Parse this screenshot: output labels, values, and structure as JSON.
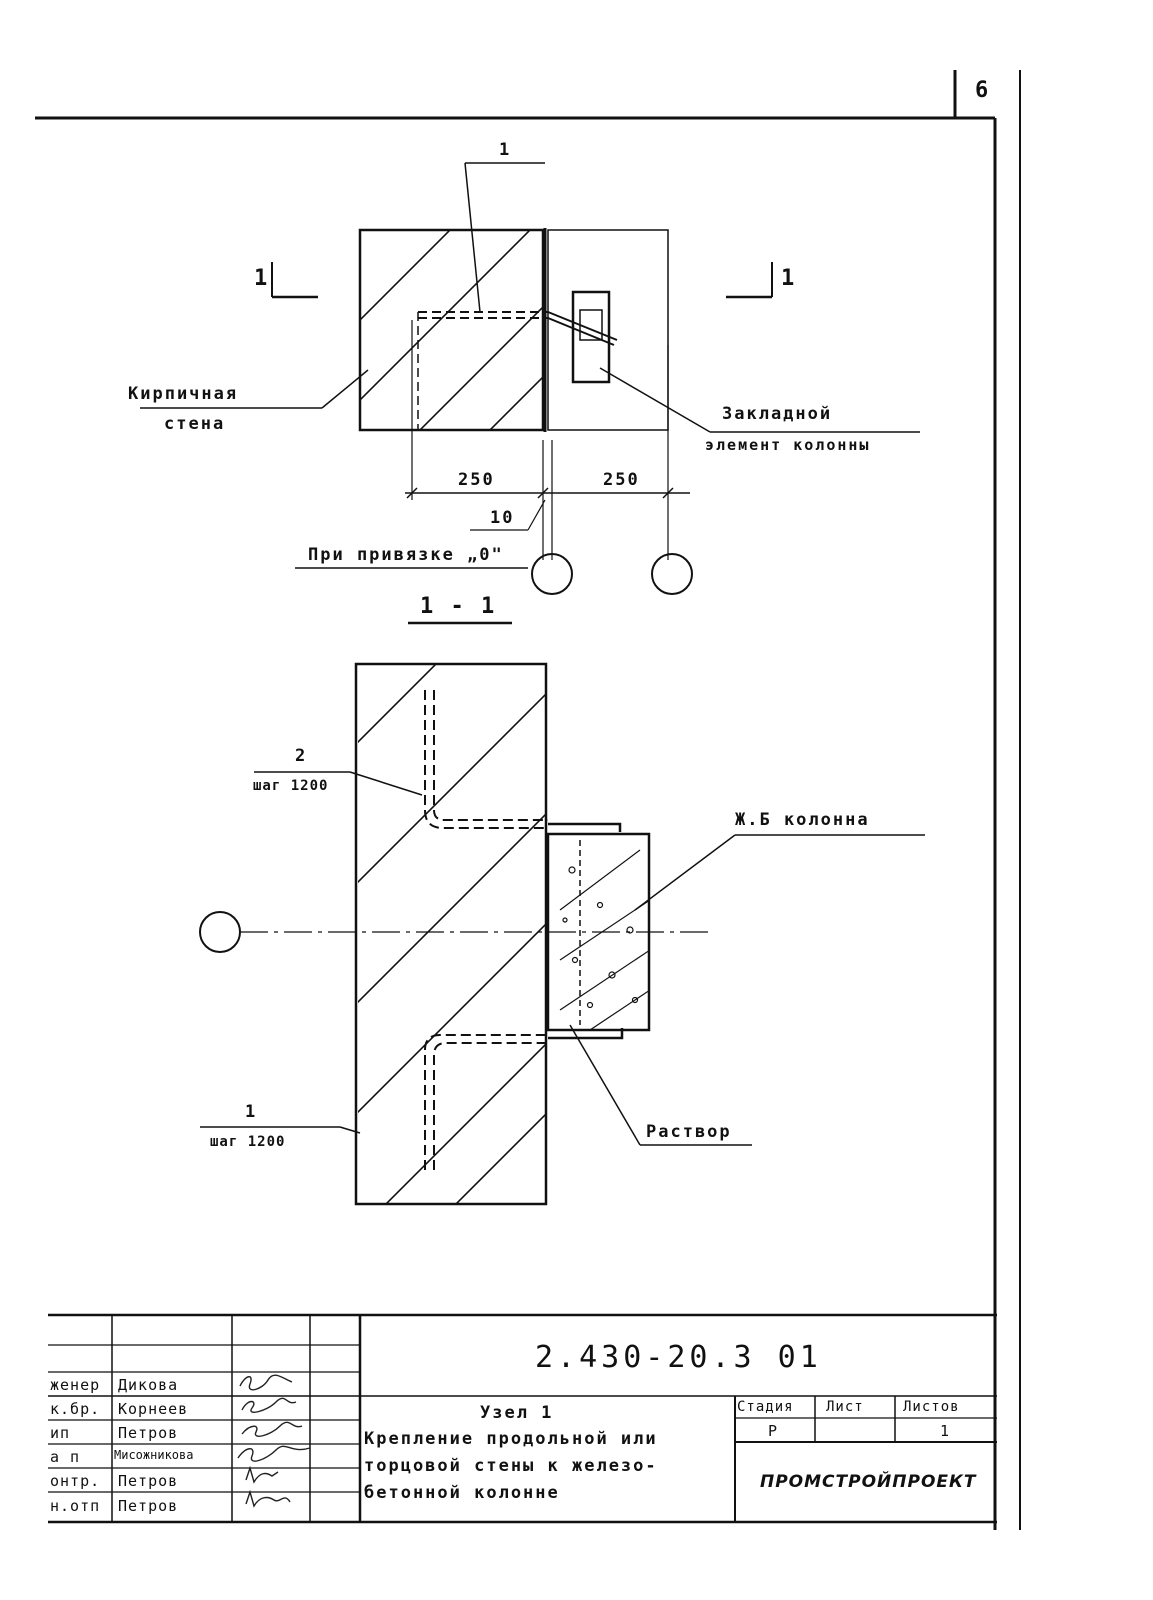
{
  "sheet_number": "6",
  "plan": {
    "callout_top": "1",
    "section_mark_left": "1",
    "section_mark_right": "1",
    "brick_wall_line1": "Кирпичная",
    "brick_wall_line2": "стена",
    "embedded_line1": "Закладной",
    "embedded_line2": "элемент колонны",
    "dim_left": "250",
    "dim_right": "250",
    "dim_gap": "10",
    "binding_note": "При привязке „0\""
  },
  "section": {
    "title": "1 - 1",
    "anchor2_num": "2",
    "anchor2_step": "шаг 1200",
    "anchor1_num": "1",
    "anchor1_step": "шаг 1200",
    "column_label": "Ж.Б колонна",
    "mortar_label": "Раствор"
  },
  "title_block": {
    "code": "2.430-20.3 01",
    "roles": [
      "женер",
      "к.бр.",
      "ип",
      "а п",
      "онтр.",
      "н.отп"
    ],
    "names": [
      "Дикова",
      "Корнеев",
      "Петров",
      "Мисожникова",
      "Петров",
      "Петров"
    ],
    "node_title": "Узел 1",
    "description_lines": [
      "Крепление продольной или",
      "торцовой стены к железо-",
      "бетонной колонне"
    ],
    "stage_header": "Стадия",
    "sheet_header": "Лист",
    "sheets_header": "Листов",
    "stage_value": "Р",
    "sheet_value": "",
    "sheets_value": "1",
    "organization": "ПРОМСТРОЙПРОЕКТ"
  }
}
